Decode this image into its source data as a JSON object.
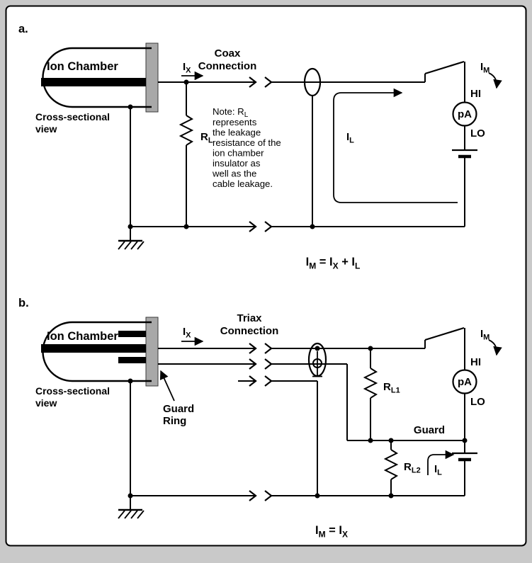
{
  "colors": {
    "background": "#c9c9c9",
    "panel": "#ffffff",
    "line": "#000000",
    "insulator_gray": "#a8a8a8"
  },
  "panel_a": {
    "label": "a.",
    "chamber_label": "Ion Chamber",
    "view_line1": "Cross-sectional",
    "view_line2": "view",
    "ix": {
      "m": "I",
      "s": "X"
    },
    "connection_line1": "Coax",
    "connection_line2": "Connection",
    "rl": {
      "m": "R",
      "s": "L"
    },
    "note": {
      "intro": "Note: R",
      "intro_sub": "L",
      "lines": [
        "represents",
        "the leakage",
        "resistance of the",
        "ion chamber",
        "insulator as",
        "well as the",
        "cable leakage."
      ]
    },
    "il": {
      "m": "I",
      "s": "L"
    },
    "im": {
      "m": "I",
      "s": "M"
    },
    "hi": "HI",
    "pa": "pA",
    "lo": "LO",
    "equation": {
      "p1": "I",
      "s1": "M",
      "p2": " = I",
      "s2": "X",
      "p3": " + I",
      "s3": "L"
    }
  },
  "panel_b": {
    "label": "b.",
    "chamber_label": "Ion Chamber",
    "view_line1": "Cross-sectional",
    "view_line2": "view",
    "guard_ring_line1": "Guard",
    "guard_ring_line2": "Ring",
    "ix": {
      "m": "I",
      "s": "X"
    },
    "connection_line1": "Triax",
    "connection_line2": "Connection",
    "rl1": {
      "m": "R",
      "s": "L1"
    },
    "rl2": {
      "m": "R",
      "s": "L2"
    },
    "guard": "Guard",
    "il": {
      "m": "I",
      "s": "L"
    },
    "im": {
      "m": "I",
      "s": "M"
    },
    "hi": "HI",
    "pa": "pA",
    "lo": "LO",
    "equation": {
      "p1": "I",
      "s1": "M",
      "p2": " = I",
      "s2": "X"
    }
  }
}
